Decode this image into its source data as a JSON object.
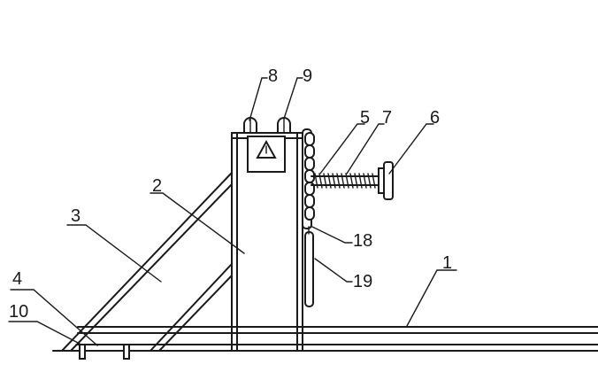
{
  "labels": {
    "l1": "1",
    "l2": "2",
    "l3": "3",
    "l4": "4",
    "l5": "5",
    "l6": "6",
    "l7": "7",
    "l8": "8",
    "l9": "9",
    "l10": "10",
    "l18": "18",
    "l19": "19"
  },
  "colors": {
    "line": "#1a1a1a",
    "background": "#ffffff"
  }
}
